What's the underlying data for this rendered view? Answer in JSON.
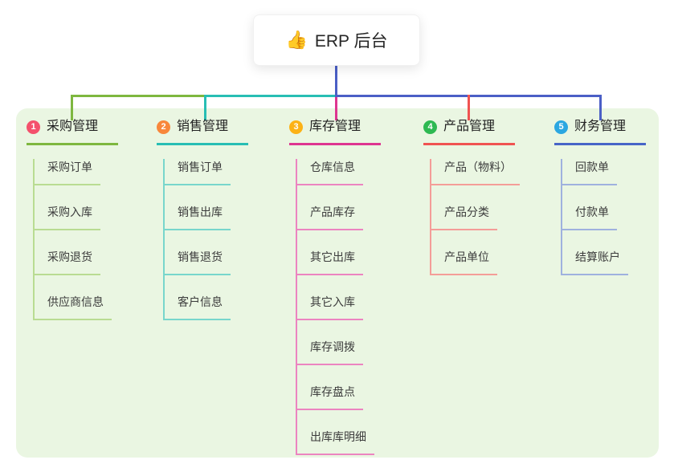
{
  "root": {
    "icon": "👍",
    "label": "ERP 后台"
  },
  "branches": [
    {
      "number": "1",
      "title": "采购管理",
      "badge_color": "#f4516c",
      "line_color": "#7eb73f",
      "child_line_color": "#b9dc92",
      "children": [
        "采购订单",
        "采购入库",
        "采购退货",
        "供应商信息"
      ]
    },
    {
      "number": "2",
      "title": "销售管理",
      "badge_color": "#f8873b",
      "line_color": "#28beb4",
      "child_line_color": "#78d6cc",
      "children": [
        "销售订单",
        "销售出库",
        "销售退货",
        "客户信息"
      ]
    },
    {
      "number": "3",
      "title": "库存管理",
      "badge_color": "#fcb216",
      "line_color": "#de3590",
      "child_line_color": "#ec84c0",
      "children": [
        "仓库信息",
        "产品库存",
        "其它出库",
        "其它入库",
        "库存调拨",
        "库存盘点",
        "出库库明细"
      ]
    },
    {
      "number": "4",
      "title": "产品管理",
      "badge_color": "#2eb952",
      "line_color": "#f05351",
      "child_line_color": "#f49d98",
      "children": [
        "产品（物料）",
        "产品分类",
        "产品单位"
      ]
    },
    {
      "number": "5",
      "title": "财务管理",
      "badge_color": "#2ba7e1",
      "line_color": "#4765c7",
      "child_line_color": "#9fb1de",
      "children": [
        "回款单",
        "付款单",
        "结算账户"
      ]
    }
  ],
  "colors": {
    "connector_blue": "#4b5fc6",
    "canvas_bg": "#eaf6e2",
    "root_text": "#262626"
  }
}
